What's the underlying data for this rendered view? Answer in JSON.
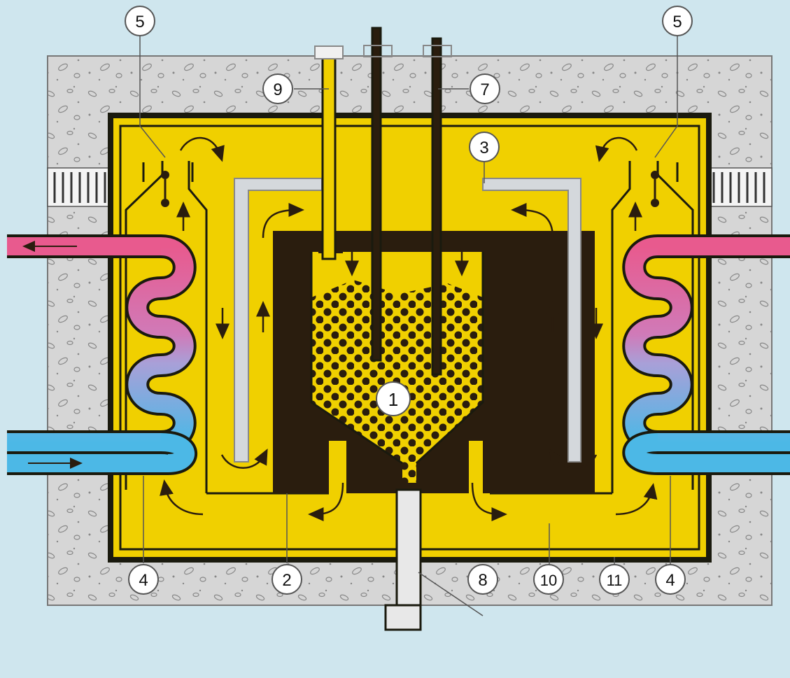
{
  "labels": {
    "l5a": "5",
    "l5b": "5",
    "l9": "9",
    "l7": "7",
    "l3": "3",
    "l1": "1",
    "l4a": "4",
    "l2": "2",
    "l8": "8",
    "l10": "10",
    "l11": "11",
    "l4b": "4"
  },
  "colors": {
    "background": "#cfe6ee",
    "concrete": "#d8d8d8",
    "vessel_wall": "#1a1a0e",
    "coolant": "#f0d000",
    "graphite": "#2a1d0e",
    "reflector": "#d4d8dc",
    "hot_pipe": "#e85a8e",
    "cold_pipe": "#4cb8e6"
  }
}
